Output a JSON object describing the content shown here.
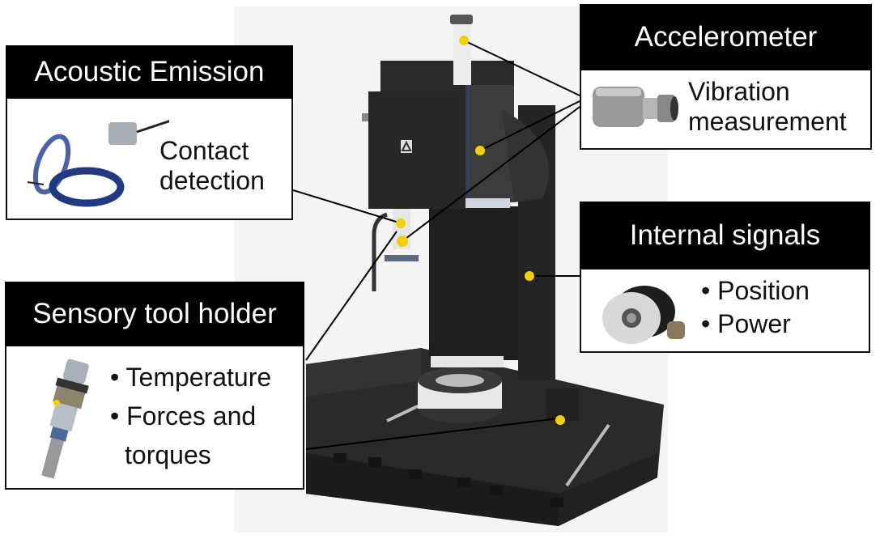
{
  "figure": {
    "subject": "machine-tool",
    "marker_color": "#f5d000",
    "line_color": "#000000"
  },
  "callouts": {
    "acoustic_emission": {
      "title": "Acoustic Emission",
      "lines": [
        "Contact",
        "detection"
      ],
      "image": "acoustic-emission-sensors"
    },
    "accelerometer": {
      "title": "Accelerometer",
      "lines": [
        "Vibration",
        "measurement"
      ],
      "image": "accelerometer-sensor"
    },
    "internal_signals": {
      "title": "Internal signals",
      "bullets": [
        "Position",
        "Power"
      ],
      "image": "rotary-encoder"
    },
    "sensory_tool_holder": {
      "title": "Sensory tool holder",
      "bullets": [
        "Temperature",
        "Forces and",
        "torques"
      ],
      "image": "sensory-tool-holder"
    }
  }
}
